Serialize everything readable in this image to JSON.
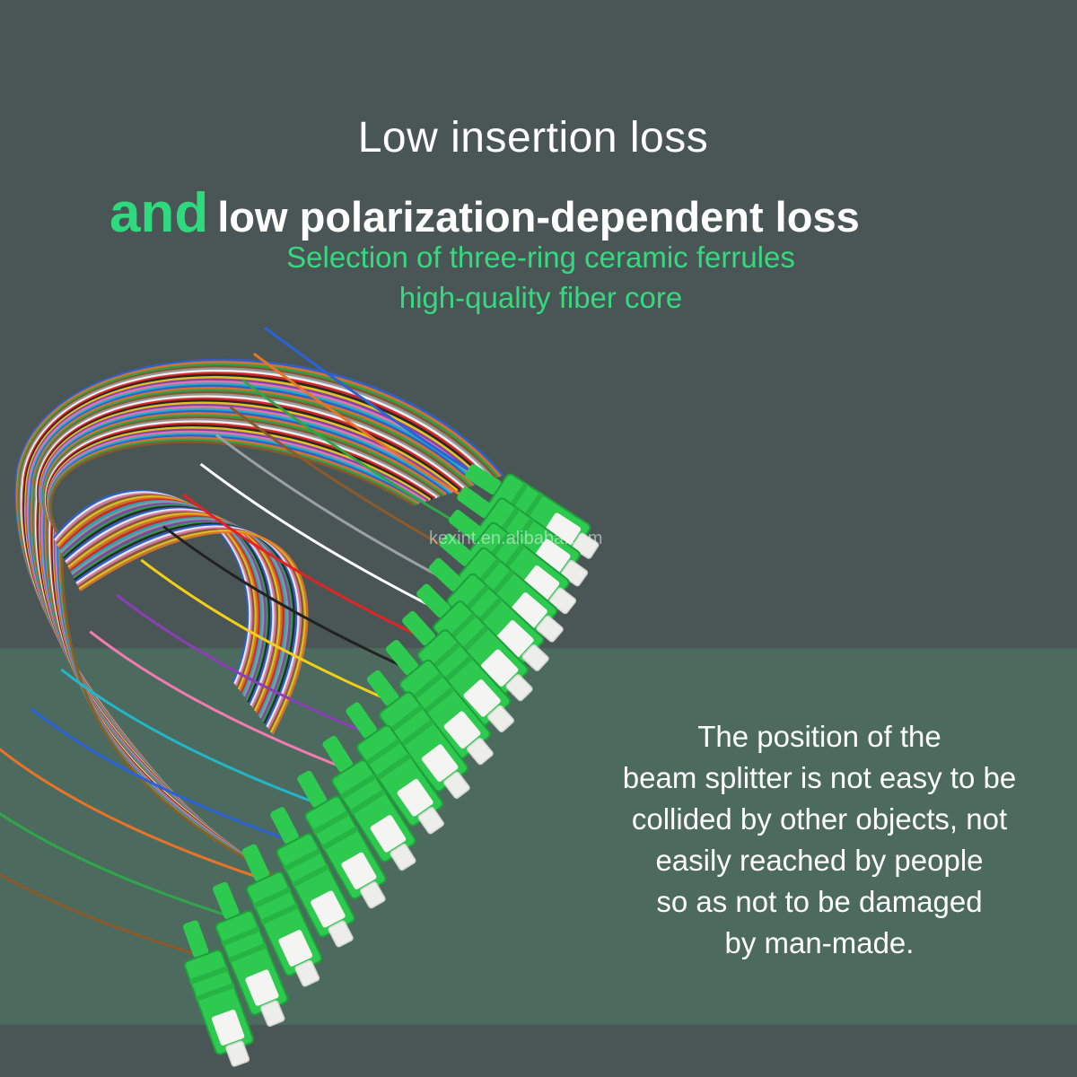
{
  "headline": {
    "line1": "Low insertion loss",
    "accent_word": "and",
    "line2_rest": "low polarization-dependent loss"
  },
  "subheadline": {
    "line1": "Selection of three-ring ceramic ferrules",
    "line2": "high-quality fiber core"
  },
  "watermark": "kexint.en.alibaba.com",
  "description": [
    "The position of the",
    "beam splitter is not easy to be",
    "collided by other objects, not",
    "easily reached by people",
    "so as not to be damaged",
    "by man-made."
  ],
  "colors": {
    "background": "#4a5656",
    "band": "#4c6a5e",
    "accent": "#2fd97e",
    "connector": "#2ec94f"
  },
  "product": {
    "name": "fiber-pigtail-sc-apc-bundle-icon",
    "fiber_colors": [
      "#2a63d6",
      "#e8742a",
      "#2fa64a",
      "#8b5a2b",
      "#9aa0a6",
      "#ffffff",
      "#e02424",
      "#222222",
      "#f2d01a",
      "#8a3fb5",
      "#f27bb0",
      "#22b6c8"
    ]
  }
}
